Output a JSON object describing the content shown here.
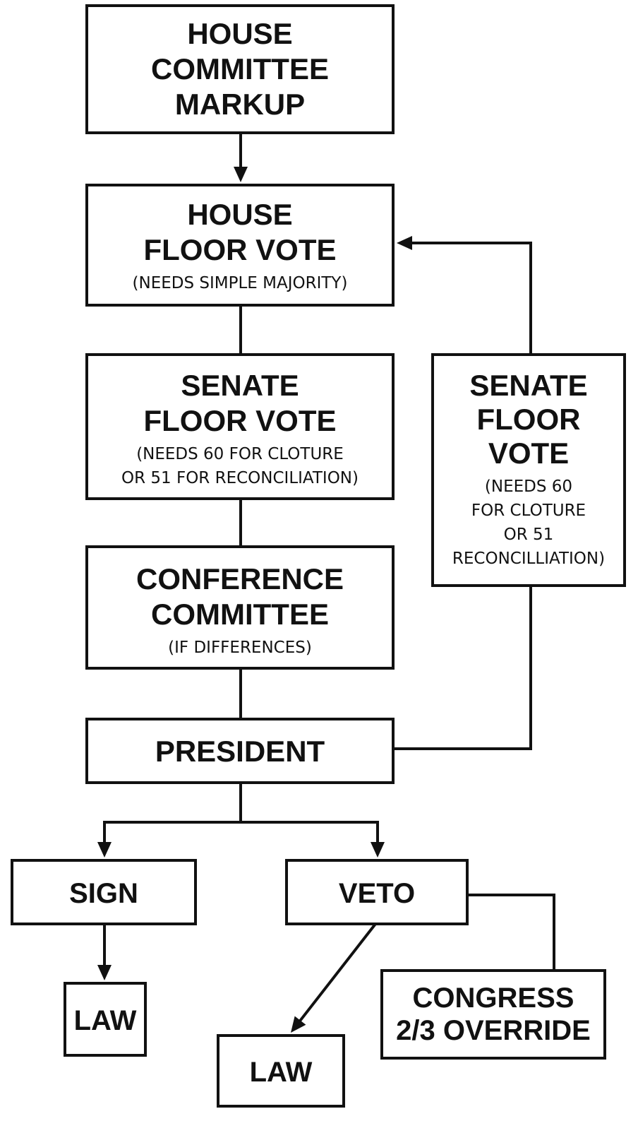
{
  "nodes": {
    "house_committee": {
      "title": [
        "HOUSE",
        "COMMITTEE",
        "MARKUP"
      ]
    },
    "house_floor": {
      "title": [
        "HOUSE",
        "FLOOR VOTE"
      ],
      "note": [
        "(NEEDS SIMPLE MAJORITY)"
      ]
    },
    "senate_floor_main": {
      "title": [
        "SENATE",
        "FLOOR VOTE"
      ],
      "note": [
        "(NEEDS 60 FOR CLOTURE",
        "OR 51 FOR RECONCILIATION)"
      ]
    },
    "senate_floor_side": {
      "title": [
        "SENATE",
        "FLOOR",
        "VOTE"
      ],
      "note": [
        "(NEEDS 60",
        "FOR CLOTURE",
        "OR 51",
        "RECONCILLIATION)"
      ]
    },
    "conference": {
      "title": [
        "CONFERENCE",
        "COMMITTEE"
      ],
      "note": [
        "(IF DIFFERENCES)"
      ]
    },
    "president": {
      "title": [
        "PRESIDENT"
      ]
    },
    "sign": {
      "title": [
        "SIGN"
      ]
    },
    "veto": {
      "title": [
        "VETO"
      ]
    },
    "law_sign": {
      "title": [
        "LAW"
      ]
    },
    "law_veto": {
      "title": [
        "LAW"
      ]
    },
    "override": {
      "title": [
        "CONGRESS",
        "2/3 OVERRIDE"
      ]
    }
  },
  "edges": [
    {
      "from": "house_committee",
      "to": "house_floor",
      "arrow": true
    },
    {
      "from": "house_floor",
      "to": "senate_floor_main",
      "arrow": false
    },
    {
      "from": "senate_floor_main",
      "to": "conference",
      "arrow": false
    },
    {
      "from": "conference",
      "to": "president",
      "arrow": false
    },
    {
      "from": "senate_floor_side",
      "to": "house_floor",
      "arrow": true
    },
    {
      "from": "senate_floor_side",
      "to": "president",
      "arrow": false
    },
    {
      "from": "president",
      "to": "sign",
      "arrow": true
    },
    {
      "from": "president",
      "to": "veto",
      "arrow": true
    },
    {
      "from": "sign",
      "to": "law_sign",
      "arrow": true
    },
    {
      "from": "veto",
      "to": "law_veto",
      "arrow": true
    },
    {
      "from": "veto",
      "to": "override",
      "arrow": false
    }
  ]
}
